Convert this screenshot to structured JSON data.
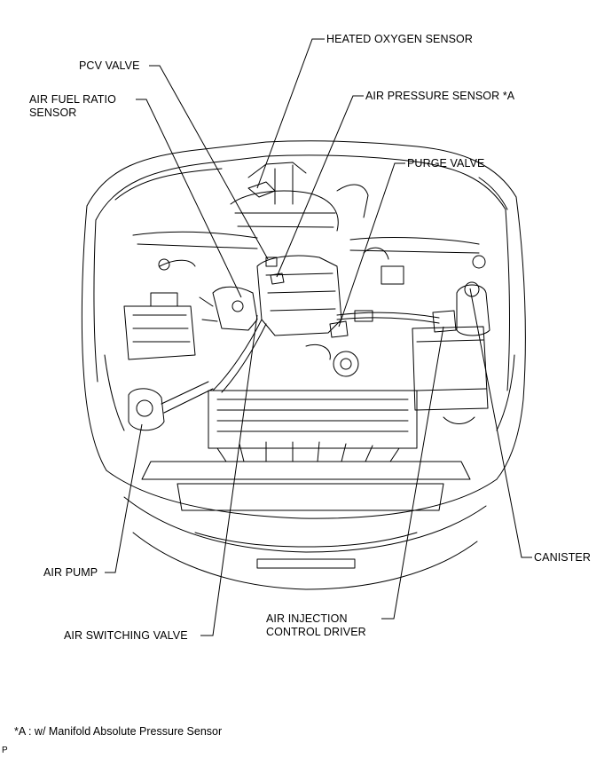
{
  "labels": {
    "heated_oxygen_sensor": "HEATED OXYGEN SENSOR",
    "pcv_valve": "PCV VALVE",
    "air_fuel_ratio_sensor": "AIR FUEL RATIO\nSENSOR",
    "air_pressure_sensor": "AIR PRESSURE SENSOR *A",
    "purge_valve": "PURGE VALVE",
    "canister": "CANISTER",
    "air_pump": "AIR PUMP",
    "air_injection_control_driver": "AIR INJECTION\nCONTROL DRIVER",
    "air_switching_valve": "AIR SWITCHING VALVE"
  },
  "footnote": "*A : w/ Manifold Absolute Pressure Sensor",
  "corner_code": "P"
}
